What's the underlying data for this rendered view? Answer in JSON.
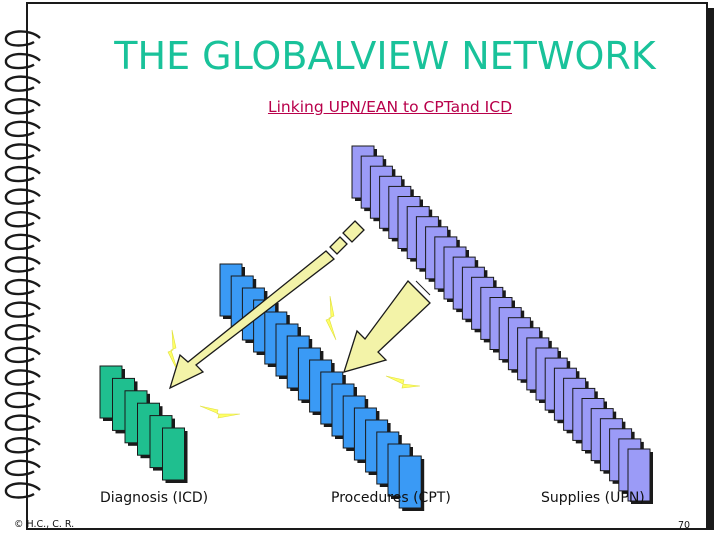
{
  "slide": {
    "title": "THE GLOBALVIEW NETWORK",
    "subtitle": "Linking UPN/EAN to CPTand ICD"
  },
  "categories": [
    {
      "label": "Diagnosis (ICD)",
      "color": "#1fbf8f",
      "count": 6
    },
    {
      "label": "Procedures (CPT)",
      "color": "#3a9af5",
      "count": 17
    },
    {
      "label": "Supplies (UPN)",
      "color": "#9b9bf7",
      "count": 31
    }
  ],
  "colors": {
    "title": "#19c29a",
    "subtitle": "#b8004a",
    "arrow_fill": "#f3f3a8",
    "lightning": "#ffff66"
  },
  "footer": {
    "copyright": "© H.C., C. R.",
    "page_number": "70"
  }
}
